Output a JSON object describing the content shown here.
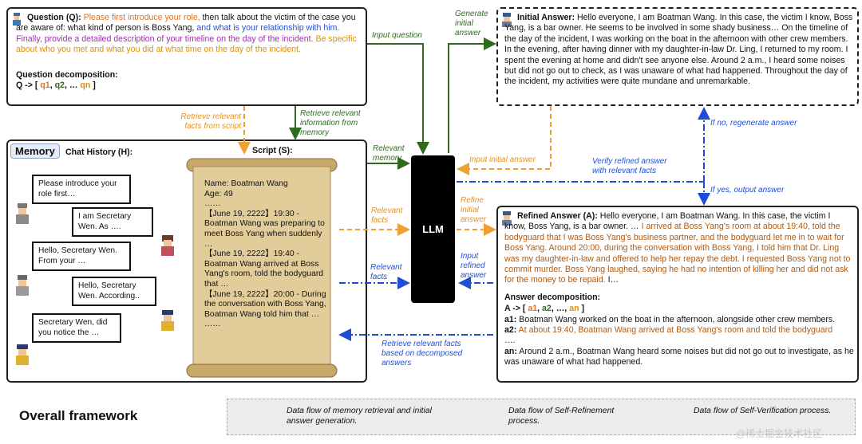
{
  "question": {
    "label": "Question (Q):",
    "parts": [
      "Please first introduce your role,",
      " then talk about the victim of the case you are aware of: what kind of person is Boss Yang,",
      " and what is your relationship with him.",
      " Finally, provide a detailed description of your timeline on the day of the incident.",
      " Be specific about who you met and what you did at what time on the day of the incident."
    ],
    "decomp_label": "Question decomposition:",
    "decomp_prefix": "Q -> [ ",
    "decomp_q1": "q1",
    "decomp_q2": "q2",
    "decomp_sep": ", … ",
    "decomp_qn": "qn",
    "decomp_suffix": " ]"
  },
  "initial_answer": {
    "label": "Initial Answer:",
    "text": " Hello everyone, I am Boatman Wang. In this case, the victim I know, Boss Yang, is a bar owner. He seems to be involved in some shady business… On the timeline of the day of the incident, I was working on the boat in the afternoon with other crew members. In the evening, after having dinner with my daughter-in-law Dr. Ling, I returned to my room. I spent the evening at home and didn't see anyone else. Around 2 a.m., I heard some noises but did not go out to check, as I was unaware of what had happened. Throughout the day of the incident, my activities were quite mundane and unremarkable."
  },
  "memory": {
    "title": "Memory",
    "chat_history_label": "Chat History (H):",
    "script_label": "Script (S):",
    "bubbles": [
      "Please introduce your role first…",
      "I am Secretary Wen. As ….",
      "Hello, Secretary Wen. From your …",
      "Hello, Secretary Wen. According..",
      "Secretary Wen, did you notice the …"
    ],
    "script_lines": [
      "Name: Boatman Wang",
      "Age: 49",
      "……",
      "【June 19, 2222】19:30 - Boatman Wang was preparing to meet Boss Yang when suddenly …",
      "【June 19, 2222】19:40 - Boatman Wang arrived at Boss Yang's room, told the bodyguard that …",
      "【June 19, 2222】20:00 - During the conversation with Boss Yang, Boatman Wang told him that …",
      "……"
    ]
  },
  "llm": {
    "label": "LLM"
  },
  "refined_answer": {
    "label": "Refined Answer (A):",
    "intro": " Hello everyone, I am Boatman Wang. In this case, the victim I know, Boss Yang, is a bar owner. … ",
    "highlight": "I arrived at Boss Yang's room at about 19:40, told the bodyguard that I was Boss Yang's business partner, and the bodyguard let me in to wait for Boss Yang. Around 20:00, during the conversation with Boss Yang, I told him that Dr. Ling was my daughter-in-law and offered to help her repay the debt. I requested Boss Yang not to commit murder. Boss Yang laughed, saying he had no intention of killing her and did not ask for the money to be repaid.",
    "tail": " I…",
    "decomp_label": "Answer decomposition:",
    "decomp_prefix": "A -> [ ",
    "decomp_a1": "a1",
    "decomp_a2": "a2",
    "decomp_sep": ", …, ",
    "decomp_an": "an",
    "decomp_suffix": " ]",
    "a1_label": "a1:",
    "a1_text": " Boatman Wang worked on the boat in the afternoon, alongside other crew members.",
    "a2_label": "a2:",
    "a2_text": " At about 19:40, Boatman Wang arrived at Boss Yang's room and told the bodyguard",
    "ellipsis": "….",
    "an_label": "an:",
    "an_text": " Around 2 a.m., Boatman Wang heard some noises but did not go out to investigate, as he was unaware of what had happened."
  },
  "flow_labels": {
    "input_question": "Input question",
    "generate_initial_answer": "Generate initial answer",
    "retrieve_relevant_facts_from_script": "Retrieve relevant facts from script",
    "retrieve_relevant_information_from_memory": "Retrieve relevant information from memory",
    "relevant_memory": "Relevant memory",
    "input_initial_answer": "Input initial answer",
    "verify_refined_answer": "Verify refined answer with relevant facts",
    "if_no": "If no, regenerate answer",
    "if_yes": "If yes, output answer",
    "relevant_facts_orange": "Relevant facts",
    "refine_initial_answer": "Refine initial answer",
    "relevant_facts_blue": "Relevant facts",
    "input_refined_answer": "Input refined answer",
    "retrieve_decomposed": "Retrieve relevant facts based on decomposed answers"
  },
  "footer": {
    "title": "Overall framework",
    "legend": [
      "Data flow of memory retrieval and initial answer generation.",
      "Data flow of Self-Refinement process.",
      "Data flow of Self-Verification process."
    ],
    "watermark": "@稀土掘金技术社区"
  },
  "colors": {
    "green": "#2e6b1f",
    "orange": "#f0a030",
    "blue": "#1d4fd6",
    "llm_bg": "#000000",
    "scroll": "#d8bf8a"
  }
}
